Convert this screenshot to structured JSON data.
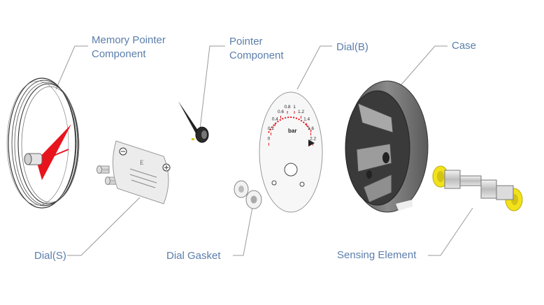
{
  "labels": {
    "memory_pointer_line1": "Memory Pointer",
    "memory_pointer_line2": "Component",
    "pointer_line1": "Pointer",
    "pointer_line2": "Component",
    "dial_b": "Dial(B)",
    "case": "Case",
    "dial_s": "Dial(S)",
    "dial_gasket": "Dial Gasket",
    "sensing_element": "Sensing Element"
  },
  "dial_b_scale": [
    "0",
    "0.2",
    "0.4",
    "0.6",
    "0.8",
    "1",
    "1.2",
    "1.4",
    "1.6",
    "2.2"
  ],
  "dial_b_unit": "bar",
  "colors": {
    "label_text": "#5b7eab",
    "pointer_red": "#e8141c",
    "case_gray": "#6b6b6b",
    "fitting_yellow": "#f2e21a"
  }
}
